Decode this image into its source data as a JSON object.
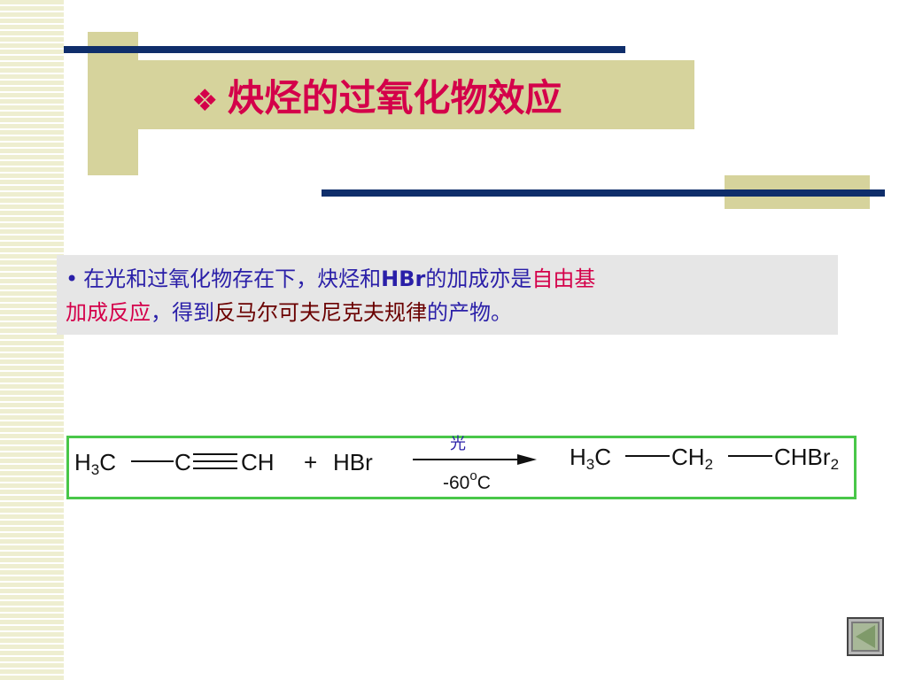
{
  "slide": {
    "title_bullet": "❖",
    "title": "炔烃的过氧化物效应",
    "body": {
      "bullet": "•",
      "seg1": "在光和过氧化物存在下，炔烃和",
      "seg_hbr": "HBr",
      "seg2": "的加成亦是",
      "seg_red1": "自由基",
      "seg_red2": "加成反应",
      "seg3": "，得到",
      "seg_dark": "反马尔可夫尼克夫规律",
      "seg4": "的产物。"
    }
  },
  "reaction": {
    "reactant1_h": "H",
    "reactant1_sub": "3",
    "reactant1_c": "C",
    "reactant1_c2": "C",
    "reactant1_ch": "CH",
    "plus": "+",
    "reagent": "HBr",
    "condition_top": "光",
    "condition_bottom_pre": "-60",
    "condition_bottom_sup": "o",
    "condition_bottom_post": "C",
    "product_h": "H",
    "product_sub1": "3",
    "product_c": "C",
    "product_ch": "CH",
    "product_sub2": "2",
    "product_chbr": "CHBr",
    "product_sub3": "2"
  },
  "colors": {
    "title": "#d4004a",
    "body_blue": "#2a1fa8",
    "body_red": "#d4004a",
    "body_dark_red": "#6a0000",
    "deco_tan": "#d6d39c",
    "deco_navy": "#0f2e6b",
    "reaction_border": "#49c749"
  },
  "nav": {
    "icon": "back-triangle-icon"
  }
}
